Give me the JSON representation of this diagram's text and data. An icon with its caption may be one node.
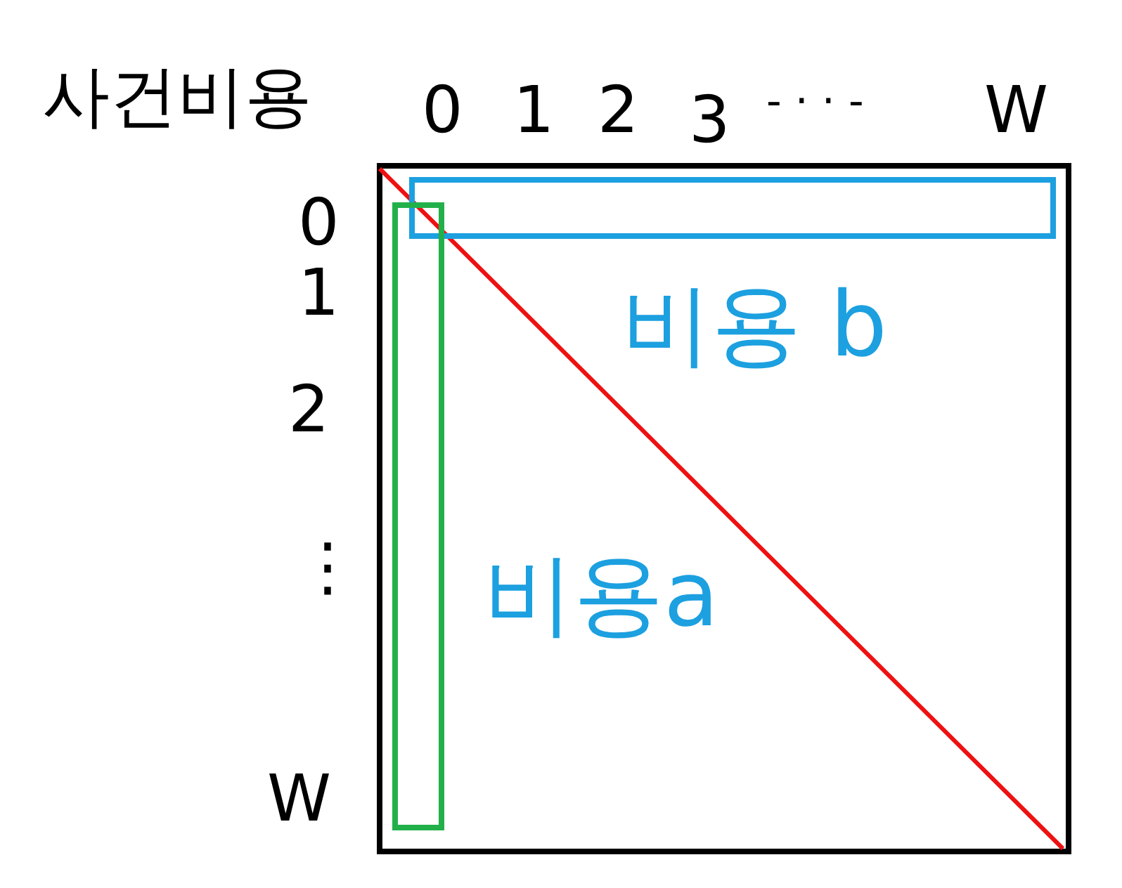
{
  "diagram": {
    "nodes": [
      {
        "text": [
          "비용 b",
          "비용a"
        ]
      }
    ],
    "labels": [
      "사건비용",
      "0",
      "1",
      "2",
      "3",
      "- · · -",
      "W",
      "0",
      "1",
      "2",
      "⋮",
      "W"
    ]
  }
}
